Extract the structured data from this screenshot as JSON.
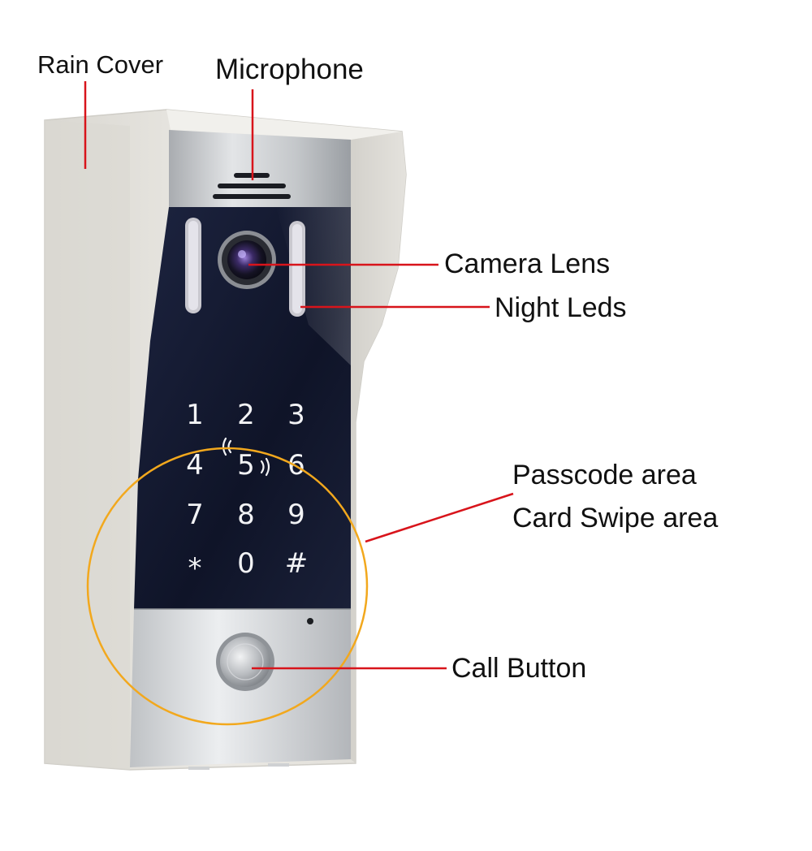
{
  "labels": {
    "rain_cover": "Rain Cover",
    "microphone": "Microphone",
    "camera_lens": "Camera Lens",
    "night_leds": "Night Leds",
    "passcode_area": "Passcode area",
    "card_swipe_area": "Card Swipe area",
    "call_button": "Call Button"
  },
  "keypad": [
    "1",
    "2",
    "3",
    "4",
    "5",
    "6",
    "7",
    "8",
    "9",
    "*",
    "0",
    "#"
  ],
  "colors": {
    "leader_line": "#d8141b",
    "highlight_circle": "#f2a81d",
    "faceplate": "#141a2e",
    "rain_cover": "#e6e4df",
    "brushed_metal": "#c9cbcd"
  },
  "icons": [
    "nfc-wave-icon",
    "microphone-grille-icon"
  ]
}
